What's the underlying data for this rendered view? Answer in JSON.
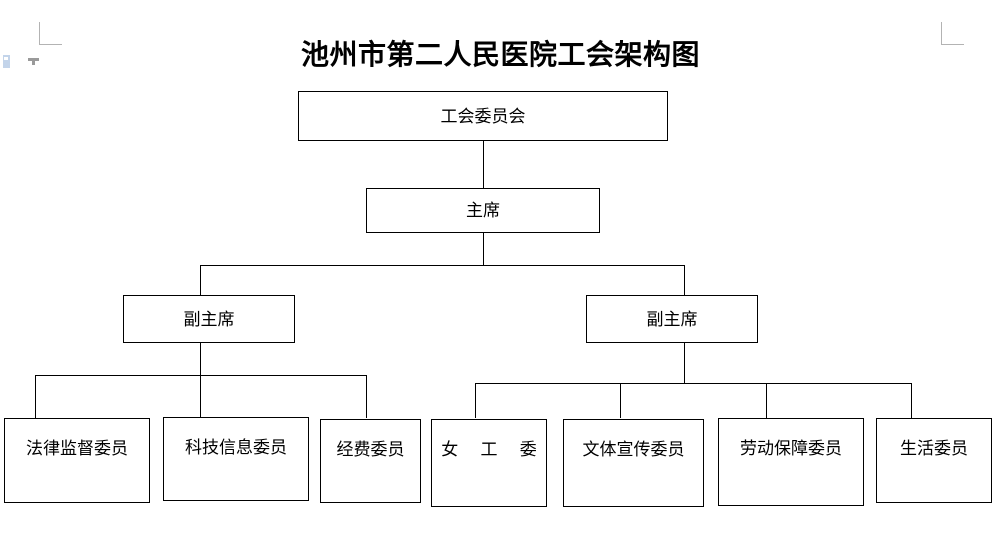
{
  "document": {
    "title": "池州市第二人民医院工会架构图"
  },
  "chart": {
    "type": "org-chart",
    "nodes": {
      "committee": {
        "label": "工会委员会",
        "level": 1
      },
      "chairman": {
        "label": "主席",
        "level": 2
      },
      "vice_chair_left": {
        "label": "副主席",
        "level": 3
      },
      "vice_chair_right": {
        "label": "副主席",
        "level": 3
      },
      "legal_supervision": {
        "label": "法律监督委员",
        "level": 4
      },
      "sci_tech_info": {
        "label": "科技信息委员",
        "level": 4
      },
      "funding": {
        "label": "经费委员",
        "level": 4
      },
      "women_workers": {
        "label": "女 工 委",
        "level": 4
      },
      "culture_publicity": {
        "label": "文体宣传委员",
        "level": 4
      },
      "labor_security": {
        "label": "劳动保障委员",
        "level": 4
      },
      "welfare": {
        "label": "生活委员",
        "level": 4
      }
    },
    "edges": [
      {
        "from": "committee",
        "to": "chairman"
      },
      {
        "from": "chairman",
        "to": "vice_chair_left"
      },
      {
        "from": "chairman",
        "to": "vice_chair_right"
      },
      {
        "from": "vice_chair_left",
        "to": "legal_supervision"
      },
      {
        "from": "vice_chair_left",
        "to": "sci_tech_info"
      },
      {
        "from": "vice_chair_left",
        "to": "funding"
      },
      {
        "from": "vice_chair_right",
        "to": "women_workers"
      },
      {
        "from": "vice_chair_right",
        "to": "culture_publicity"
      },
      {
        "from": "vice_chair_right",
        "to": "labor_security"
      },
      {
        "from": "vice_chair_right",
        "to": "welfare"
      }
    ]
  },
  "colors": {
    "page_background": "#ffffff",
    "box_border": "#000000",
    "text": "#000000",
    "connector": "#000000",
    "margin_mark": "#b3b3b3"
  }
}
